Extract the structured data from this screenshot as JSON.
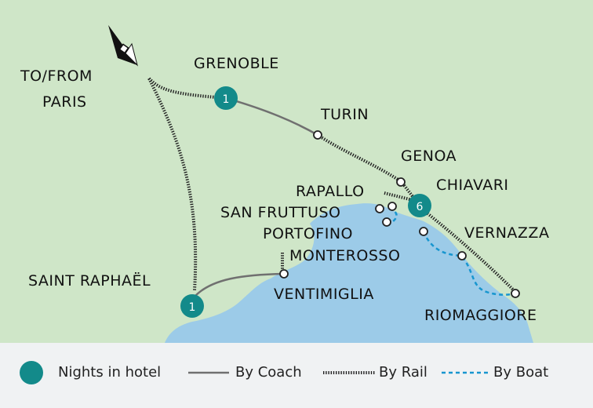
{
  "colors": {
    "land": "#cfe6c8",
    "sea": "#9ccbe8",
    "hotel": "#138a8a",
    "coach": "#707070",
    "rail": "#222222",
    "boat": "#1896cf",
    "legend_bg": "#f0f2f3"
  },
  "labels": {
    "to_from_paris_1": "TO/FROM",
    "to_from_paris_2": "PARIS",
    "grenoble": "GRENOBLE",
    "turin": "TURIN",
    "genoa": "GENOA",
    "chiavari": "CHIAVARI",
    "rapallo": "RAPALLO",
    "san_fruttuso": "SAN FRUTTUSO",
    "portofino": "PORTOFINO",
    "vernazza": "VERNAZZA",
    "monterosso": "MONTEROSSO",
    "saint_raphael": "SAINT RAPHAËL",
    "ventimiglia": "VENTIMIGLIA",
    "riomaggiore": "RIOMAGGIORE"
  },
  "hotels": {
    "grenoble_nights": "1",
    "chiavari_nights": "6",
    "saint_raphael_nights": "1"
  },
  "compass_icon": "north-arrow-icon",
  "legend": {
    "hotel": "Nights in hotel",
    "coach": "By Coach",
    "rail": "By Rail",
    "boat": "By Boat"
  }
}
